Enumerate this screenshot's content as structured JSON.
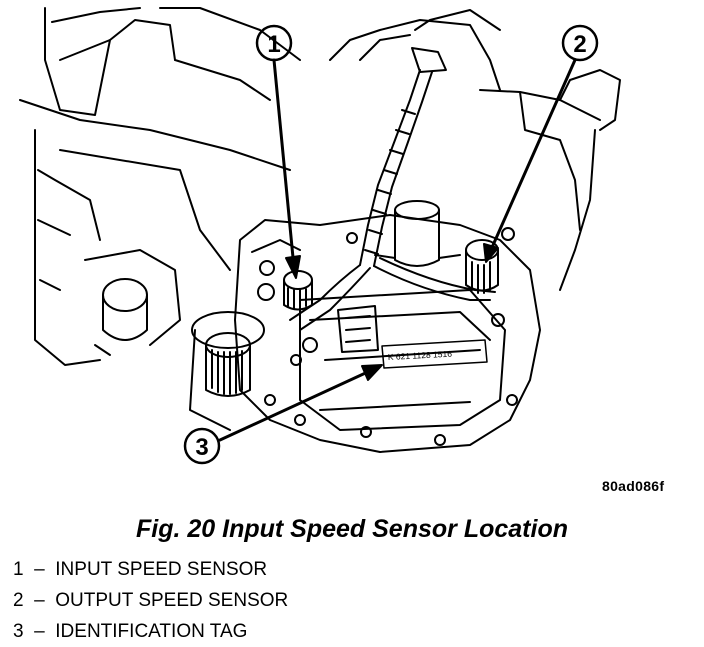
{
  "figure": {
    "code": "80ad086f",
    "title": "Fig. 20 Input Speed Sensor Location"
  },
  "tag_text": "K 621 1128 1516",
  "callouts": [
    {
      "number": "1"
    },
    {
      "number": "2"
    },
    {
      "number": "3"
    }
  ],
  "legend": [
    {
      "number": "1",
      "dash": "–",
      "text": "INPUT SPEED SENSOR"
    },
    {
      "number": "2",
      "dash": "–",
      "text": "OUTPUT SPEED SENSOR"
    },
    {
      "number": "3",
      "dash": "–",
      "text": "IDENTIFICATION TAG"
    }
  ]
}
